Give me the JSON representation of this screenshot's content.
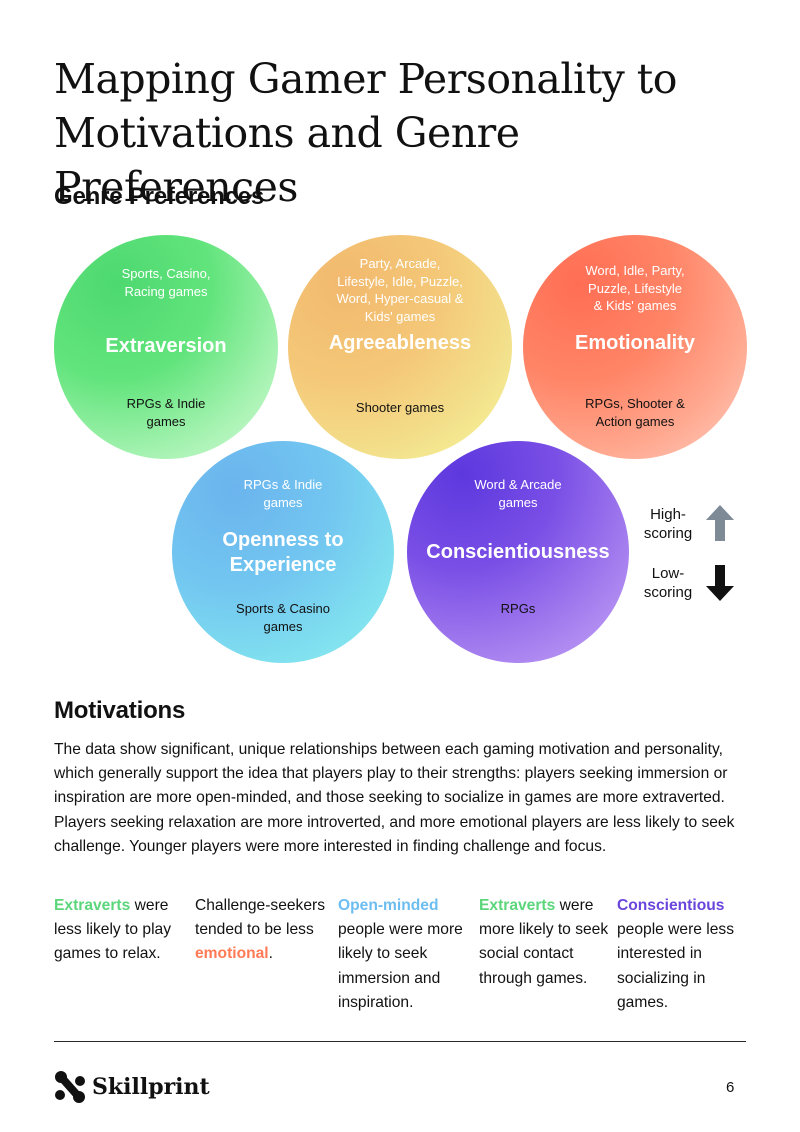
{
  "title": {
    "line1": "Mapping Gamer Personality to",
    "line2": "Motivations and Genre Preferences"
  },
  "genre_heading": "Genre Preferences",
  "traits": {
    "extraversion": {
      "name": "Extraversion",
      "high": [
        "Sports, Casino,",
        "Racing games"
      ],
      "low": [
        "RPGs & Indie",
        "games"
      ],
      "gradient": [
        "#4ed870",
        "#d6fbd9"
      ]
    },
    "agreeableness": {
      "name": "Agreeableness",
      "high": [
        "Party, Arcade,",
        "Lifestyle, Idle, Puzzle,",
        "Word, Hyper-casual &",
        "Kids' games"
      ],
      "low": [
        "Shooter games"
      ],
      "gradient": [
        "#f2b96e",
        "#f6fb9c"
      ]
    },
    "emotionality": {
      "name": "Emotionality",
      "high": [
        "Word, Idle, Party,",
        "Puzzle, Lifestyle",
        "& Kids' games"
      ],
      "low": [
        "RPGs, Shooter &",
        "Action games"
      ],
      "gradient": [
        "#ff6e54",
        "#ffd1c5"
      ]
    },
    "openness": {
      "name": [
        "Openness to",
        "Experience"
      ],
      "high": [
        "RPGs & Indie",
        "games"
      ],
      "low": [
        "Sports & Casino",
        "games"
      ],
      "gradient": [
        "#6bb4ee",
        "#8cf0ee"
      ]
    },
    "conscientiousness": {
      "name": "Conscientiousness",
      "high": [
        "Word & Arcade",
        "games"
      ],
      "low": [
        "RPGs"
      ],
      "gradient": [
        "#5d38de",
        "#c7a7f7"
      ]
    }
  },
  "legend": {
    "high": [
      "High-",
      "scoring"
    ],
    "low": [
      "Low-",
      "scoring"
    ],
    "high_icon": "arrow-up-icon",
    "low_icon": "arrow-down-icon",
    "high_color": "#7e8a96",
    "low_color": "#111111"
  },
  "motivations_heading": "Motivations",
  "motivations_intro": "The data show significant, unique relationships between each gaming motivation and personality, which generally support the idea that players play to their strengths: players seeking immersion or inspiration are more open-minded, and those seeking to socialize in games are more extraverted. Players seeking relaxation are more introverted, and more emotional players are less likely to seek challenge. Younger players were more interested in finding challenge and focus.",
  "insights": [
    {
      "highlight": "Extraverts",
      "highlight_color": "#5bd67b",
      "text": "were less likely to play games to relax."
    },
    {
      "before": "Challenge-seekers tended to be less",
      "highlight": "emotional",
      "highlight_color": "#ff7a55",
      "after": "."
    },
    {
      "highlight": "Open-minded",
      "highlight_color": "#6cbdf0",
      "text": "people were more likely to seek immersion and inspiration."
    },
    {
      "highlight": "Extraverts",
      "highlight_color": "#5bd67b",
      "text": "were more likely to seek social contact through games."
    },
    {
      "highlight": "Conscientious",
      "highlight_color": "#6a45dc",
      "text": "people were less interested in socializing in games."
    }
  ],
  "footer": {
    "brand": "Skillprint",
    "brand_icon": "skillprint-logo-icon",
    "page_number": "6"
  }
}
